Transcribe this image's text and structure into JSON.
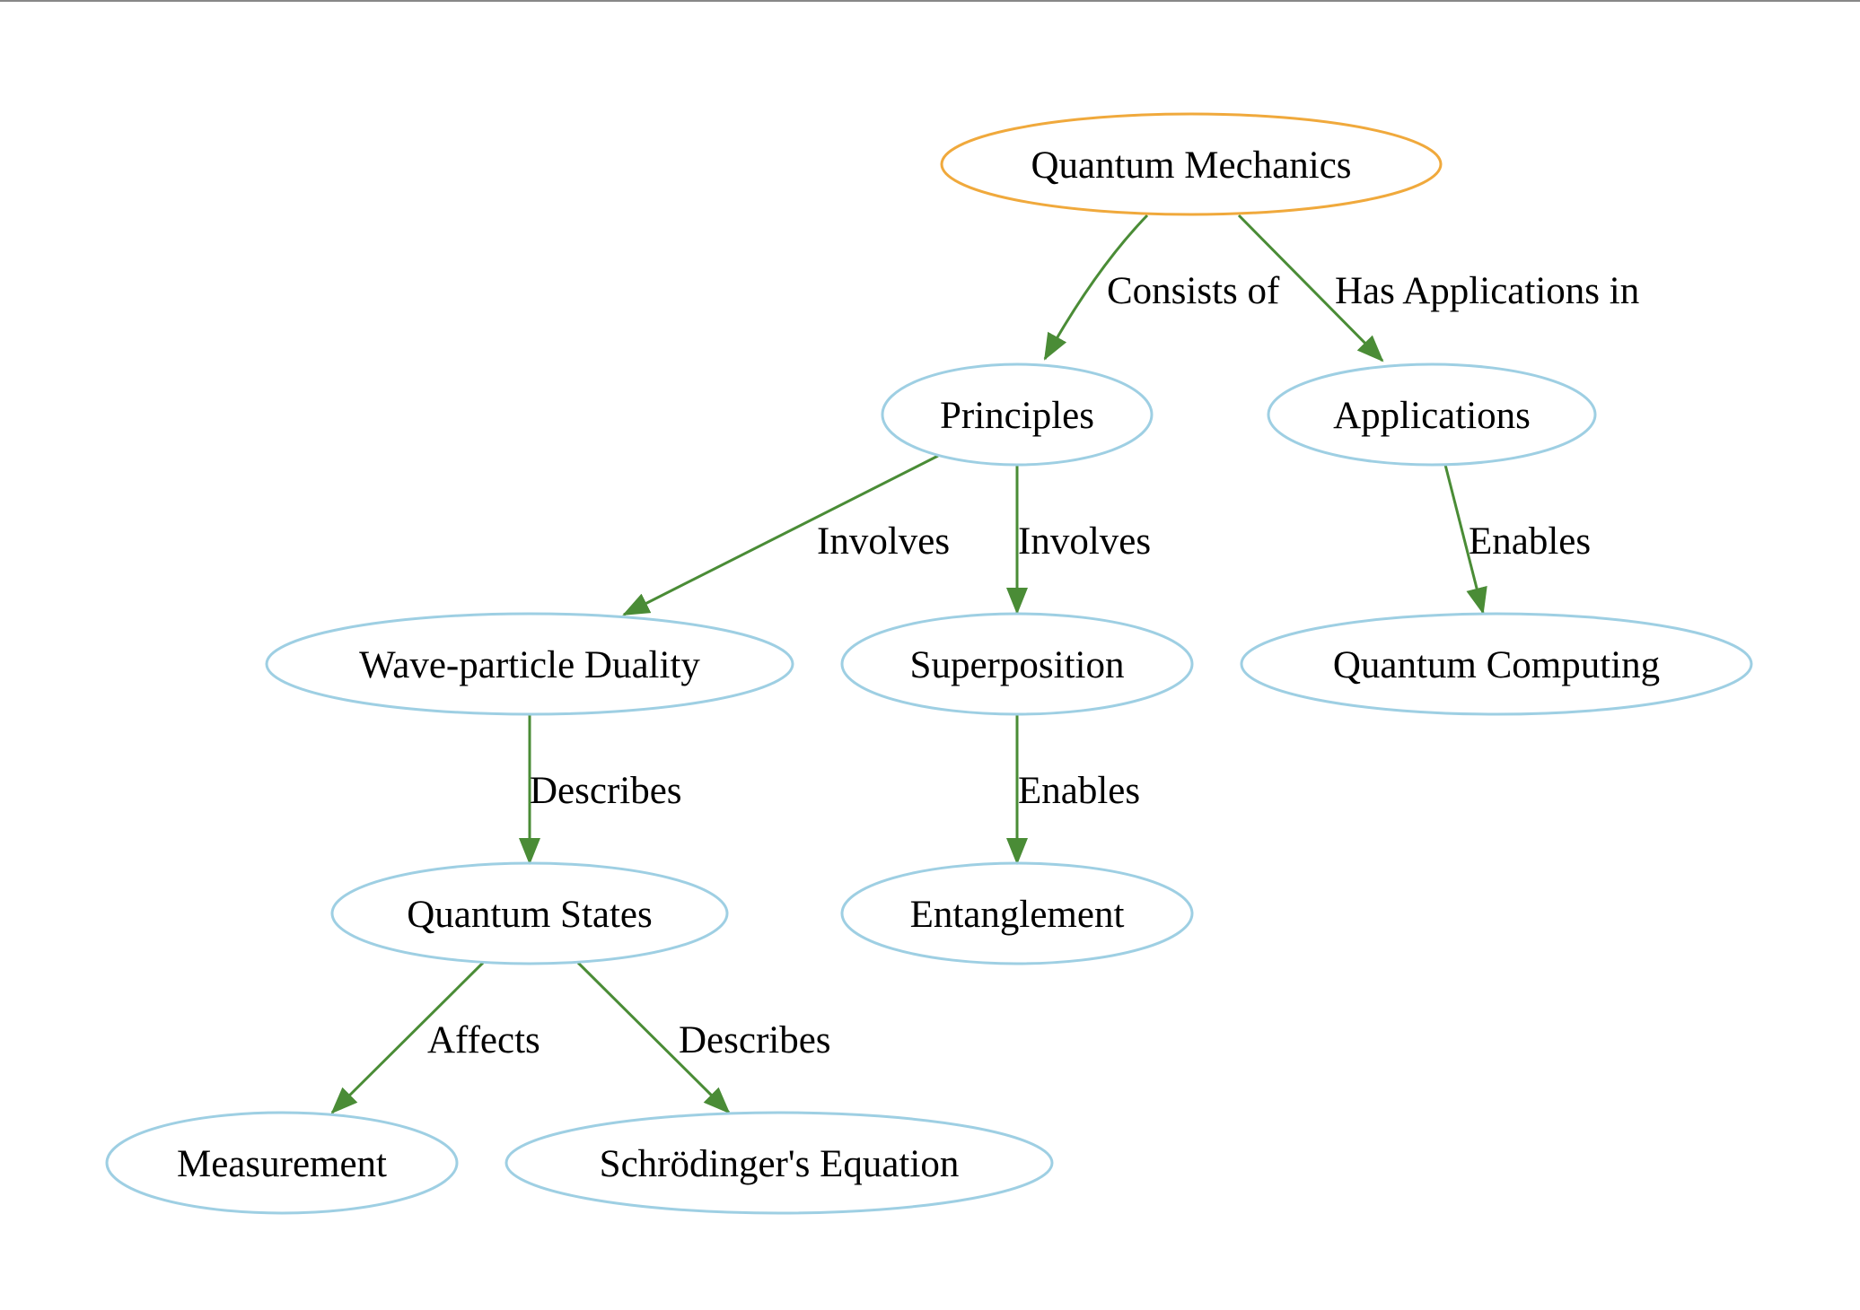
{
  "colors": {
    "background": "#ffffff",
    "root_stroke": "#f0a93c",
    "node_stroke": "#9ecfe3",
    "edge": "#4a8c36",
    "text": "#000000"
  },
  "nodes": {
    "quantum_mechanics": "Quantum Mechanics",
    "principles": "Principles",
    "applications": "Applications",
    "wave_particle_duality": "Wave-particle Duality",
    "superposition": "Superposition",
    "quantum_computing": "Quantum Computing",
    "quantum_states": "Quantum States",
    "entanglement": "Entanglement",
    "measurement": "Measurement",
    "schrodingers_equation": "Schrödinger's Equation"
  },
  "edges": [
    {
      "from": "quantum_mechanics",
      "to": "principles",
      "label": "Consists of"
    },
    {
      "from": "quantum_mechanics",
      "to": "applications",
      "label": "Has Applications in"
    },
    {
      "from": "principles",
      "to": "wave_particle_duality",
      "label": "Involves"
    },
    {
      "from": "principles",
      "to": "superposition",
      "label": "Involves"
    },
    {
      "from": "applications",
      "to": "quantum_computing",
      "label": "Enables"
    },
    {
      "from": "wave_particle_duality",
      "to": "quantum_states",
      "label": "Describes"
    },
    {
      "from": "superposition",
      "to": "entanglement",
      "label": "Enables"
    },
    {
      "from": "quantum_states",
      "to": "measurement",
      "label": "Affects"
    },
    {
      "from": "quantum_states",
      "to": "schrodingers_equation",
      "label": "Describes"
    }
  ]
}
